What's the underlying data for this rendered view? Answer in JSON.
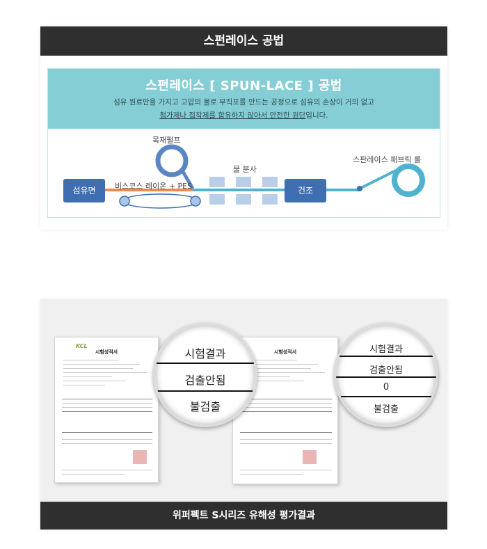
{
  "section1": {
    "header_title": "스펀레이스 공법",
    "diagram_title": "스펀레이스 [ SPUN-LACE ] 공법",
    "description_line1": "섬유 원료만을 가지고 고압의 물로 부직포를 만드는 공정으로  섬유의 손상이 거의 없고",
    "description_line2_underlined": "첨가제나 접착제를 함유하지  않아서 안전한 원단",
    "description_line2_tail": "입니다.",
    "diagram": {
      "wood_pulp_label": "목재펄프",
      "water_spray_label": "물 분사",
      "fabric_roll_label": "스판레이스 패브릭 롤",
      "fiber_box_label": "섬유면",
      "viscose_label": "비스코스 레이온 + PES",
      "dry_box_label": "건조"
    },
    "colors": {
      "teal": "#86ced5",
      "blue_box": "#3f6eb1",
      "orange_line": "#ee8a4c",
      "teal_line": "#4fb2cf"
    }
  },
  "section2": {
    "footer_title": "위퍼펙트 S시리즈 유해성 평가결과",
    "doc_left": {
      "logo": "KCL",
      "title": "시험성적서"
    },
    "doc_right": {
      "title": "시험성적서"
    },
    "magnifier_left": {
      "rows": [
        "시험결과",
        "검출안됨",
        "불검출"
      ]
    },
    "magnifier_right": {
      "rows": [
        "시험결과",
        "검출안됨",
        "0",
        "불검출"
      ]
    }
  }
}
